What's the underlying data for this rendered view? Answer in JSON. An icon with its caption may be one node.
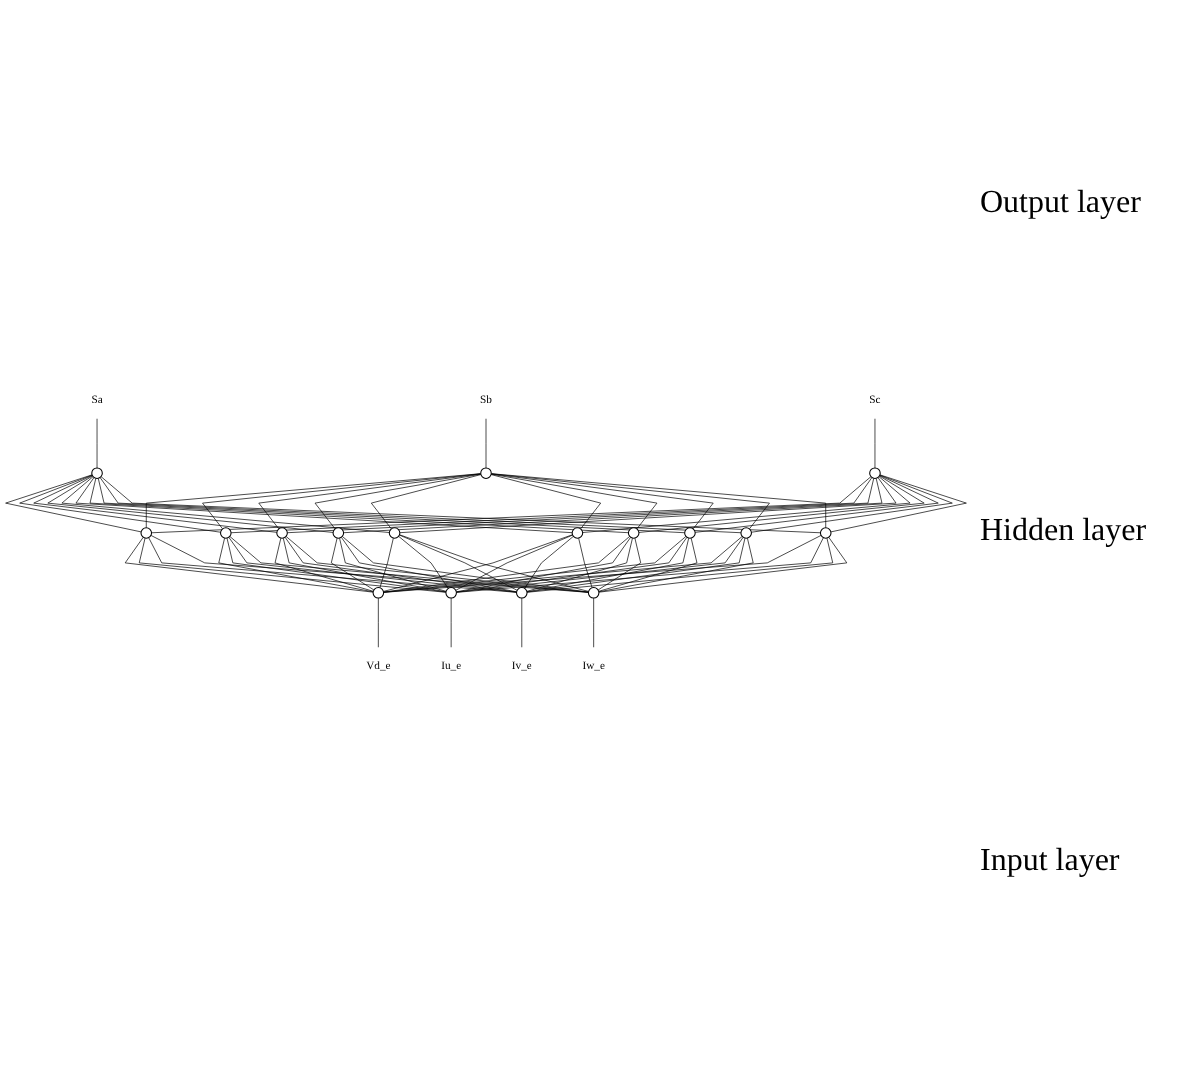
{
  "diagram": {
    "nodes": [
      {
        "text": [
          "Sa"
        ]
      },
      {
        "text": [
          "Sb"
        ]
      },
      {
        "text": [
          "Sc"
        ]
      },
      {
        "text": [],
        "shape": "circle"
      },
      {
        "text": [],
        "shape": "circle"
      },
      {
        "text": [],
        "shape": "circle"
      },
      {
        "text": [],
        "shape": "circle"
      },
      {
        "text": [],
        "shape": "circle"
      },
      {
        "text": [],
        "shape": "circle"
      },
      {
        "text": [],
        "shape": "circle"
      },
      {
        "text": [],
        "shape": "circle"
      },
      {
        "text": [],
        "shape": "circle"
      },
      {
        "text": [],
        "shape": "circle"
      },
      {
        "text": [],
        "shape": "circle"
      },
      {
        "text": [],
        "shape": "circle"
      },
      {
        "text": [],
        "shape": "circle"
      },
      {
        "text": [],
        "shape": "circle"
      },
      {
        "text": [],
        "shape": "circle"
      },
      {
        "text": [],
        "shape": "circle"
      },
      {
        "text": [],
        "shape": "circle"
      },
      {
        "text": [
          "Vd_e"
        ]
      },
      {
        "text": [
          "Iu_e"
        ]
      },
      {
        "text": [
          "Iv_e"
        ]
      },
      {
        "text": [
          "Iw_e"
        ]
      }
    ],
    "edges": [
      {
        "from": 3,
        "to": 0,
        "arrow": "none"
      },
      {
        "from": 4,
        "to": 1,
        "arrow": "none"
      },
      {
        "from": 5,
        "to": 2,
        "arrow": "none"
      },
      {
        "from": 6,
        "to": 3,
        "arrow": "none"
      },
      {
        "from": 7,
        "to": 3,
        "arrow": "none"
      },
      {
        "from": 8,
        "to": 3,
        "arrow": "none"
      },
      {
        "from": 9,
        "to": 3,
        "arrow": "none"
      },
      {
        "from": 10,
        "to": 3,
        "arrow": "none"
      },
      {
        "from": 11,
        "to": 3,
        "arrow": "none"
      },
      {
        "from": 12,
        "to": 3,
        "arrow": "none"
      },
      {
        "from": 13,
        "to": 3,
        "arrow": "none"
      },
      {
        "from": 14,
        "to": 3,
        "arrow": "none"
      },
      {
        "from": 15,
        "to": 3,
        "arrow": "none"
      },
      {
        "from": 6,
        "to": 4,
        "arrow": "none"
      },
      {
        "from": 7,
        "to": 4,
        "arrow": "none"
      },
      {
        "from": 8,
        "to": 4,
        "arrow": "none"
      },
      {
        "from": 9,
        "to": 4,
        "arrow": "none"
      },
      {
        "from": 10,
        "to": 4,
        "arrow": "none"
      },
      {
        "from": 11,
        "to": 4,
        "arrow": "none"
      },
      {
        "from": 12,
        "to": 4,
        "arrow": "none"
      },
      {
        "from": 13,
        "to": 4,
        "arrow": "none"
      },
      {
        "from": 14,
        "to": 4,
        "arrow": "none"
      },
      {
        "from": 15,
        "to": 4,
        "arrow": "none"
      },
      {
        "from": 6,
        "to": 5,
        "arrow": "none"
      },
      {
        "from": 7,
        "to": 5,
        "arrow": "none"
      },
      {
        "from": 8,
        "to": 5,
        "arrow": "none"
      },
      {
        "from": 9,
        "to": 5,
        "arrow": "none"
      },
      {
        "from": 10,
        "to": 5,
        "arrow": "none"
      },
      {
        "from": 11,
        "to": 5,
        "arrow": "none"
      },
      {
        "from": 12,
        "to": 5,
        "arrow": "none"
      },
      {
        "from": 13,
        "to": 5,
        "arrow": "none"
      },
      {
        "from": 14,
        "to": 5,
        "arrow": "none"
      },
      {
        "from": 15,
        "to": 5,
        "arrow": "none"
      },
      {
        "from": 16,
        "to": 6,
        "arrow": "none"
      },
      {
        "from": 16,
        "to": 7,
        "arrow": "none"
      },
      {
        "from": 16,
        "to": 8,
        "arrow": "none"
      },
      {
        "from": 16,
        "to": 9,
        "arrow": "none"
      },
      {
        "from": 16,
        "to": 10,
        "arrow": "none"
      },
      {
        "from": 16,
        "to": 11,
        "arrow": "none"
      },
      {
        "from": 16,
        "to": 12,
        "arrow": "none"
      },
      {
        "from": 16,
        "to": 13,
        "arrow": "none"
      },
      {
        "from": 16,
        "to": 14,
        "arrow": "none"
      },
      {
        "from": 16,
        "to": 15,
        "arrow": "none"
      },
      {
        "from": 17,
        "to": 6,
        "arrow": "none"
      },
      {
        "from": 17,
        "to": 7,
        "arrow": "none"
      },
      {
        "from": 17,
        "to": 8,
        "arrow": "none"
      },
      {
        "from": 17,
        "to": 9,
        "arrow": "none"
      },
      {
        "from": 17,
        "to": 10,
        "arrow": "none"
      },
      {
        "from": 17,
        "to": 11,
        "arrow": "none"
      },
      {
        "from": 17,
        "to": 12,
        "arrow": "none"
      },
      {
        "from": 17,
        "to": 13,
        "arrow": "none"
      },
      {
        "from": 17,
        "to": 14,
        "arrow": "none"
      },
      {
        "from": 17,
        "to": 15,
        "arrow": "none"
      },
      {
        "from": 18,
        "to": 6,
        "arrow": "none"
      },
      {
        "from": 18,
        "to": 7,
        "arrow": "none"
      },
      {
        "from": 18,
        "to": 8,
        "arrow": "none"
      },
      {
        "from": 18,
        "to": 9,
        "arrow": "none"
      },
      {
        "from": 18,
        "to": 10,
        "arrow": "none"
      },
      {
        "from": 18,
        "to": 11,
        "arrow": "none"
      },
      {
        "from": 18,
        "to": 12,
        "arrow": "none"
      },
      {
        "from": 18,
        "to": 13,
        "arrow": "none"
      },
      {
        "from": 18,
        "to": 14,
        "arrow": "none"
      },
      {
        "from": 18,
        "to": 15,
        "arrow": "none"
      },
      {
        "from": 19,
        "to": 6,
        "arrow": "none"
      },
      {
        "from": 19,
        "to": 7,
        "arrow": "none"
      },
      {
        "from": 19,
        "to": 8,
        "arrow": "none"
      },
      {
        "from": 19,
        "to": 9,
        "arrow": "none"
      },
      {
        "from": 19,
        "to": 10,
        "arrow": "none"
      },
      {
        "from": 19,
        "to": 11,
        "arrow": "none"
      },
      {
        "from": 19,
        "to": 12,
        "arrow": "none"
      },
      {
        "from": 19,
        "to": 13,
        "arrow": "none"
      },
      {
        "from": 19,
        "to": 14,
        "arrow": "none"
      },
      {
        "from": 19,
        "to": 15,
        "arrow": "none"
      },
      {
        "from": 20,
        "to": 16,
        "arrow": "none"
      },
      {
        "from": 21,
        "to": 17,
        "arrow": "none"
      },
      {
        "from": 22,
        "to": 18,
        "arrow": "none"
      },
      {
        "from": 23,
        "to": 19,
        "arrow": "none"
      }
    ],
    "labels": [
      "Output layer",
      "Hidden layer",
      "Input layer"
    ]
  }
}
